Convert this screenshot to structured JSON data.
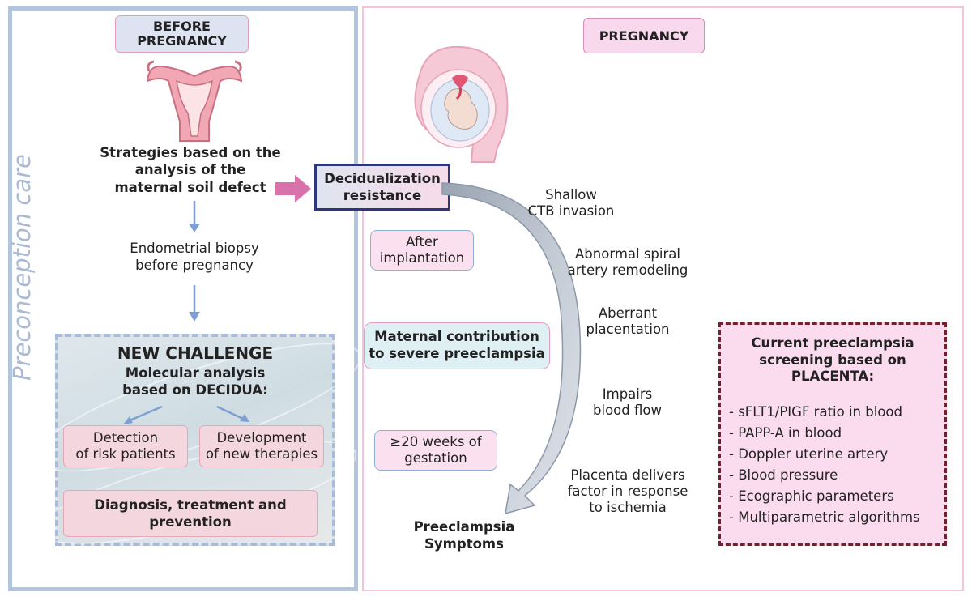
{
  "left": {
    "side_label": "Preconception care",
    "before_title": "BEFORE\nPREGNANCY",
    "strategies": "Strategies based on the\nanalysis of the\nmaternal soil defect",
    "biopsy": "Endometrial biopsy\nbefore pregnancy",
    "challenge_title": "NEW CHALLENGE",
    "challenge_sub": "Molecular analysis\nbased on DECIDUA:",
    "detection": "Detection\nof risk patients",
    "development": "Development\nof new therapies",
    "diagnosis": "Diagnosis, treatment and\nprevention"
  },
  "right": {
    "pregnancy_title": "PREGNANCY",
    "decidualization": "Decidualization\nresistance",
    "after_implantation": "After\nimplantation",
    "maternal": "Maternal contribution\nto severe preeclampsia",
    "weeks": "≥20 weeks of\ngestation",
    "symptoms": "Preeclampsia\nSymptoms",
    "steps": [
      "Shallow\nCTB invasion",
      "Abnormal spiral\nartery remodeling",
      "Aberrant\nplacentation",
      "Impairs\nblood flow",
      "Placenta delivers\nfactor in response\nto ischemia"
    ],
    "screening_title": "Current  preeclampsia\nscreening based on\nPLACENTA:",
    "screening_items": [
      "sFLT1/PIGF ratio in blood",
      "PAPP-A in blood",
      "Doppler uterine artery",
      "Blood pressure",
      "Ecographic parameters",
      "Multiparametric algorithms"
    ]
  },
  "colors": {
    "panel_border_blue": "#b3c4df",
    "panel_border_pink": "#f2c4dc",
    "arrow_blue": "#7f9fd4",
    "arrow_pink": "#d971aa",
    "screening_border": "#7b1e2c"
  }
}
